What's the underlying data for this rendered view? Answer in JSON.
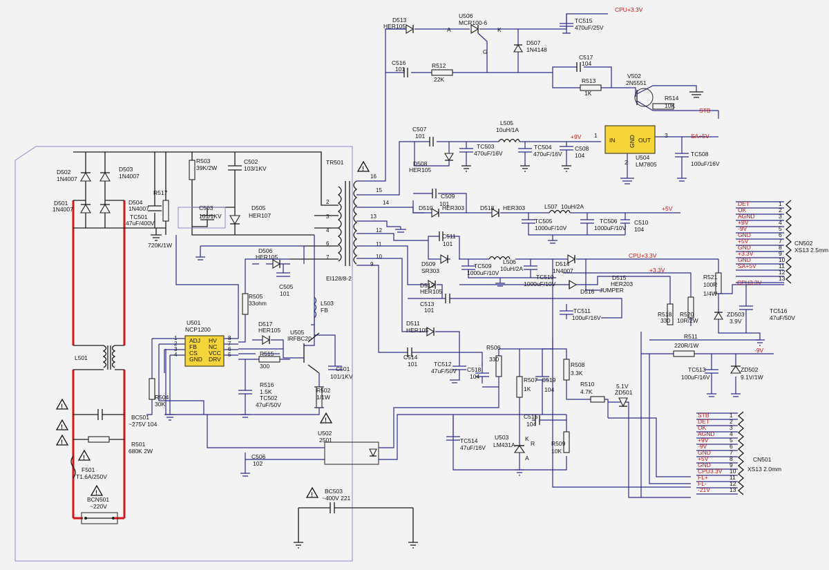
{
  "labels": {
    "d513": "D513",
    "her105_a": "HER105",
    "u506": "U506",
    "mcr": "MCR100-6",
    "a": "A",
    "k": "K",
    "g": "G",
    "d507": "D507",
    "in4148": "1N4148",
    "tc515": "TC515",
    "tc515v": "470uF/25V",
    "cpu33_top": "CPU+3.3V",
    "c516": "C516",
    "c516v": "101",
    "r512": "R512",
    "r512v": "22K",
    "c517": "C517",
    "c517v": "104",
    "r513": "R513",
    "r513v": "1K",
    "v502": "V502",
    "v502v": "2N5551",
    "r514": "R514",
    "r514v": "10K",
    "stb": "STB",
    "c507": "C507",
    "c507v": "101",
    "l505": "L505",
    "l505v": "10uH/1A",
    "p9v": "+9V",
    "one": "1",
    "tc503": "TC503",
    "tc503v": "470uF/16V",
    "tc504": "TC504",
    "tc504v": "470uF/16V",
    "c508": "C508",
    "c508v": "104",
    "d508": "D508",
    "her105_b": "HER105",
    "u504": "U504",
    "lm7805": "LM7805",
    "in": "IN",
    "gnd": "GND",
    "out": "OUT",
    "three": "3",
    "two": "2",
    "sa5v": "SA+5V",
    "tc508": "TC508",
    "tc508v": "100uF/16V",
    "tr501": "TR501",
    "ei": "EI128/8-2",
    "d502": "D502",
    "in4007_a": "1N4007",
    "d503": "D503",
    "in4007_b": "1N4007",
    "d501": "D501",
    "in4007_c": "1N4007",
    "d504": "D504",
    "in4007_d": "1N4007",
    "r503": "R503",
    "r503v": "39K/2W",
    "c502": "C502",
    "c502v": "103/1KV",
    "c503": "C503",
    "c503v": "101/1KV",
    "d505": "D505",
    "d505v": "HER107",
    "r517": "R517",
    "tc501": "TC501",
    "tc501v": "47uF/400V",
    "r517v": "720K/1W",
    "c509": "C509",
    "c509v": "101",
    "d510": "D510",
    "her303_a": "HER303",
    "d518": "D518",
    "her303_b": "HER303",
    "l507": "L507",
    "l507v": "10uH/2A",
    "tc505": "TC505",
    "tc505v": "1000uF/10V",
    "tc506": "TC506",
    "tc506v": "1000uF/10V",
    "c510": "C510",
    "c510v": "104",
    "p5v": "+5V",
    "c511": "C511",
    "c511v": "101",
    "d509": "D509",
    "sr303": "SR303",
    "tc509": "TC509",
    "tc509v": "1000uF/10V",
    "l506": "L506",
    "l506v": "10uH/2A",
    "tc510": "TC510",
    "tc510v": "1000uF/10V",
    "d514": "D514",
    "in4007_e": "1N4007",
    "cpu33_mid": "CPU+3.3V",
    "p33v": "+3.3V",
    "d516": "D516",
    "d515": "D515",
    "her203": "HER203",
    "jumper": "JUMPER",
    "d512": "D512",
    "her105_c": "HER105",
    "c513": "C513",
    "c513v": "101",
    "c511b": "TC511",
    "c511bv": "100uF/16V",
    "d506": "D506",
    "her105_d": "HER105",
    "c505": "C505",
    "c505v": "101",
    "r505": "R505",
    "r505v": "33ohm",
    "l503": "L503",
    "l503v": "FB",
    "u501": "U501",
    "ncp": "NCP1200",
    "adj": "ADJ",
    "fb": "FB",
    "cs": "CS",
    "gnd_ic": "GND",
    "hv": "HV",
    "nc": "NC",
    "vcc": "VCC",
    "drv": "DRV",
    "d517": "D517",
    "her105_e": "HER105",
    "u505": "U505",
    "irfbc": "IRFBC20",
    "r515": "R515",
    "r515v": "300",
    "r516": "R516",
    "r516v": "1.5K",
    "tc502": "TC502",
    "tc502v": "47uF/50V",
    "c501": "C501",
    "c501v": "101/1KV",
    "r502": "R502",
    "r502v": "1/1W",
    "r504": "R504",
    "r504v": "30K",
    "l501": "L501",
    "bc501": "BC501",
    "bc501v": "~275V 104",
    "r501": "R501",
    "r501v": "680K 2W",
    "f501": "F501",
    "f501v": "T1.6A/250V",
    "bcn501": "BCN501",
    "bcn501v": "~220V",
    "c506": "C506",
    "c506v": "102",
    "u502": "U502",
    "u502v": "2501",
    "bc503": "BC503",
    "bc503v": "~400V 221",
    "d511": "D511",
    "her105_f": "HER105",
    "c514": "C514",
    "c514v": "101",
    "tc512": "TC512",
    "tc512v": "47uF/50V",
    "c518": "C518",
    "c518v": "104",
    "r506": "R506",
    "r506v": "330",
    "r507": "R507",
    "r507v": "1K",
    "c519": "C519",
    "c519v": "104",
    "r508": "R508",
    "r508v": "3.3K",
    "r510": "R510",
    "r510v": "4.7K",
    "zd501": "ZD501",
    "zd501v": "5.1V",
    "c515": "C515",
    "c515v": "104",
    "tc514": "TC514",
    "tc514v": "47uF/16V",
    "u503": "U503",
    "lm431": "LM431A",
    "r509": "R509",
    "r509v": "10K",
    "r511": "R511",
    "r511v": "220R/1W",
    "tc513": "TC513",
    "tc513v": "100uF/16V",
    "zd502": "ZD502",
    "zd502v": "9.1V/1W",
    "m9v": "-9V",
    "r518": "R518",
    "r518v": "330",
    "r520": "R520",
    "r520v": "10R/2W",
    "r521": "R521",
    "r521v": "100R",
    "r521p": "1/4W",
    "zd503": "ZD503",
    "zd503v": "3.9V",
    "tc516": "TC516",
    "tc516v": "47uF/50V",
    "cpu33_out": "CPU3.3V",
    "cn502": "CN502",
    "cn502v": "XS13 2.5mm",
    "cn501": "CN501",
    "cn501v": "XS13 2.0mm",
    "kk": "K",
    "rr": "R",
    "aa": "A"
  },
  "cn502_pins": [
    "DET",
    "OK",
    "AGND",
    "+9V",
    "-9V",
    "GND",
    "+5V",
    "GND",
    "+3.3V",
    "GND",
    "SA+5V",
    "",
    ""
  ],
  "cn502_nums": [
    "1",
    "2",
    "3",
    "4",
    "5",
    "6",
    "7",
    "8",
    "9",
    "10",
    "11",
    "12",
    "13"
  ],
  "cn501_pins": [
    "STB",
    "DET",
    "OK",
    "AGND",
    "+9V",
    "-9V",
    "GND",
    "+5V",
    "GND",
    "CPU3.3V",
    "FL+",
    "FL-",
    "-21V"
  ],
  "cn501_nums": [
    "1",
    "2",
    "3",
    "4",
    "5",
    "6",
    "7",
    "8",
    "9",
    "10",
    "11",
    "12",
    "13"
  ],
  "tr_pins": [
    "2",
    "3",
    "4",
    "6",
    "7",
    "16",
    "15",
    "14",
    "13",
    "12",
    "11",
    "10",
    "9"
  ],
  "u501_pins": [
    "1",
    "2",
    "3",
    "4",
    "8",
    "7",
    "6",
    "5"
  ],
  "colors": {
    "wire": "#2b2b8c",
    "hot": "#d01818",
    "ic": "#f5d53a",
    "label_red": "#c21515"
  }
}
